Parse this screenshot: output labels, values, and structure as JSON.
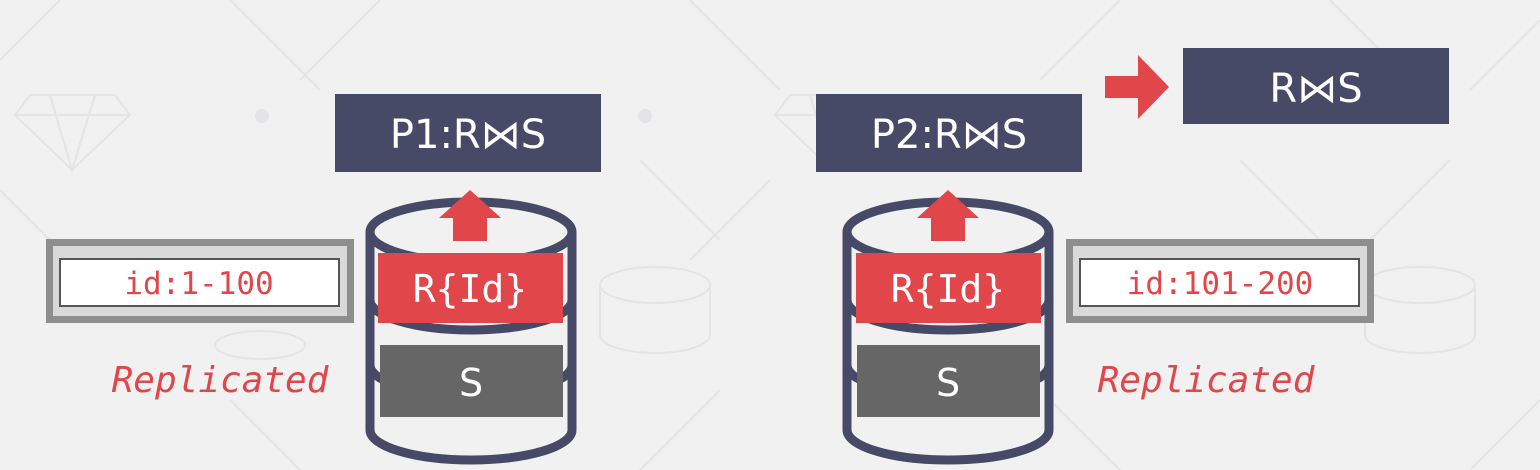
{
  "colors": {
    "background": "#f1f1f2",
    "navy": "#464a66",
    "red": "#e0464a",
    "gray": "#666666",
    "frame": "#8e8e8e"
  },
  "node1": {
    "result_label": "P1:R⋈S",
    "range_label": "id:1-100",
    "partition_label": "R{Id}",
    "table_label": "S",
    "replicated_label": "Replicated"
  },
  "node2": {
    "result_label": "P2:R⋈S",
    "range_label": "id:101-200",
    "partition_label": "R{Id}",
    "table_label": "S",
    "replicated_label": "Replicated"
  },
  "final": {
    "result_label": "R⋈S"
  }
}
